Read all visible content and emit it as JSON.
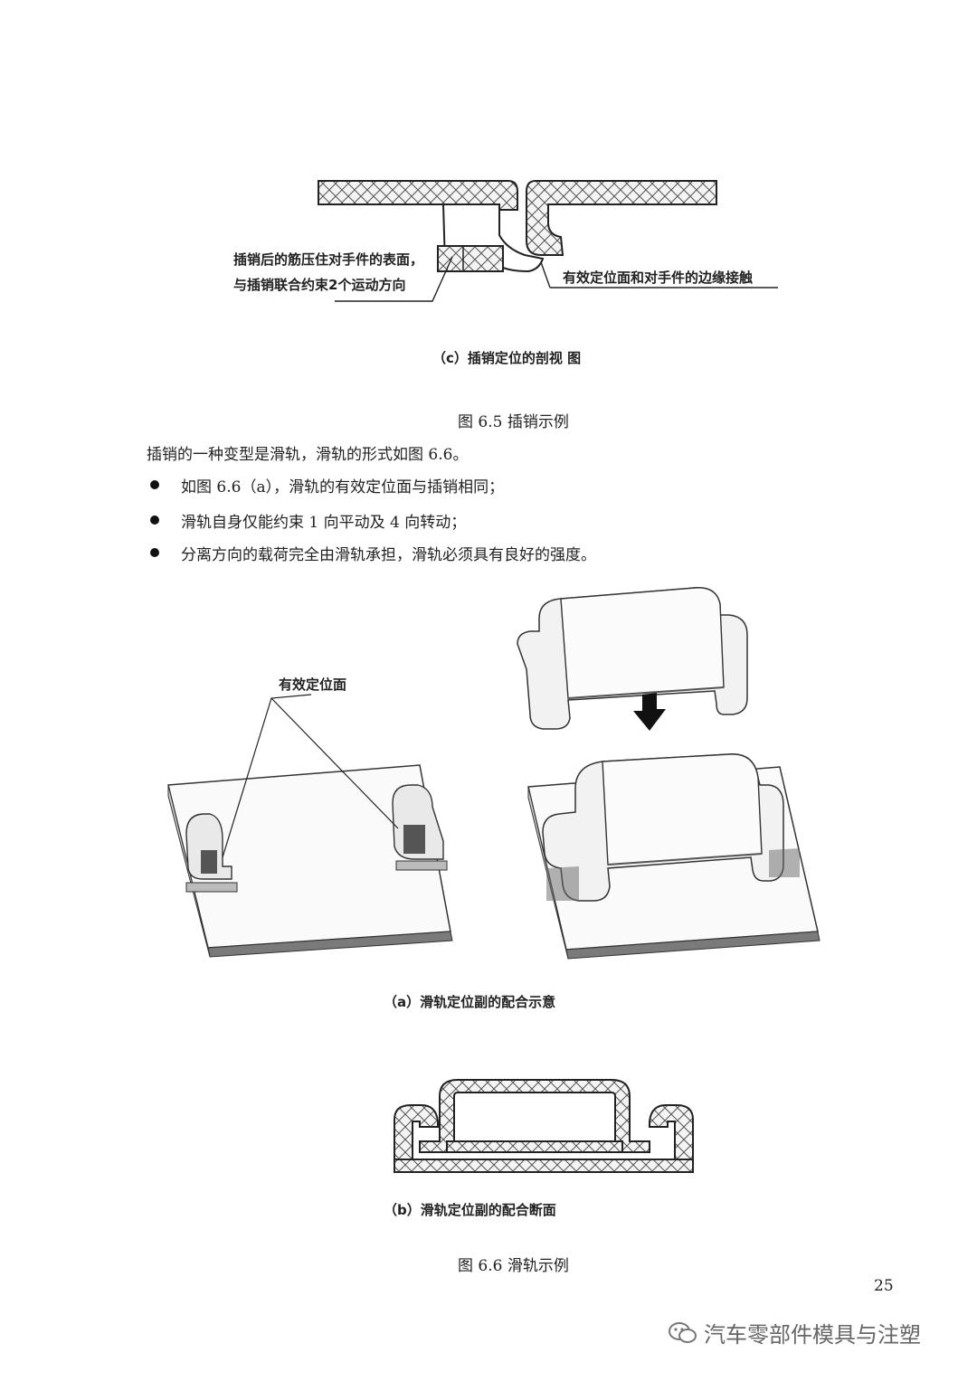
{
  "fig65": {
    "annot_left_1": "插销后的筋压住对手件的表面，",
    "annot_left_2": "与插销联合约束2个运动方向",
    "annot_right": "有效定位面和对手件的边缘接触",
    "sub_caption": "（c）插销定位的剖视 图",
    "caption": "图 6.5  插销示例"
  },
  "body": {
    "intro": "插销的一种变型是滑轨，滑轨的形式如图 6.6。",
    "bullets": [
      "如图 6.6（a），滑轨的有效定位面与插销相同；",
      "滑轨自身仅能约束 1 向平动及 4 向转动；",
      "分离方向的载荷完全由滑轨承担，滑轨必须具有良好的强度。"
    ]
  },
  "fig66": {
    "annot": "有效定位面",
    "sub_caption_a": "（a）滑轨定位副的配合示意",
    "sub_caption_b": "（b）滑轨定位副的配合断面",
    "caption": "图 6.6  滑轨示例"
  },
  "page_number": "25",
  "watermark": "汽车零部件模具与注塑"
}
